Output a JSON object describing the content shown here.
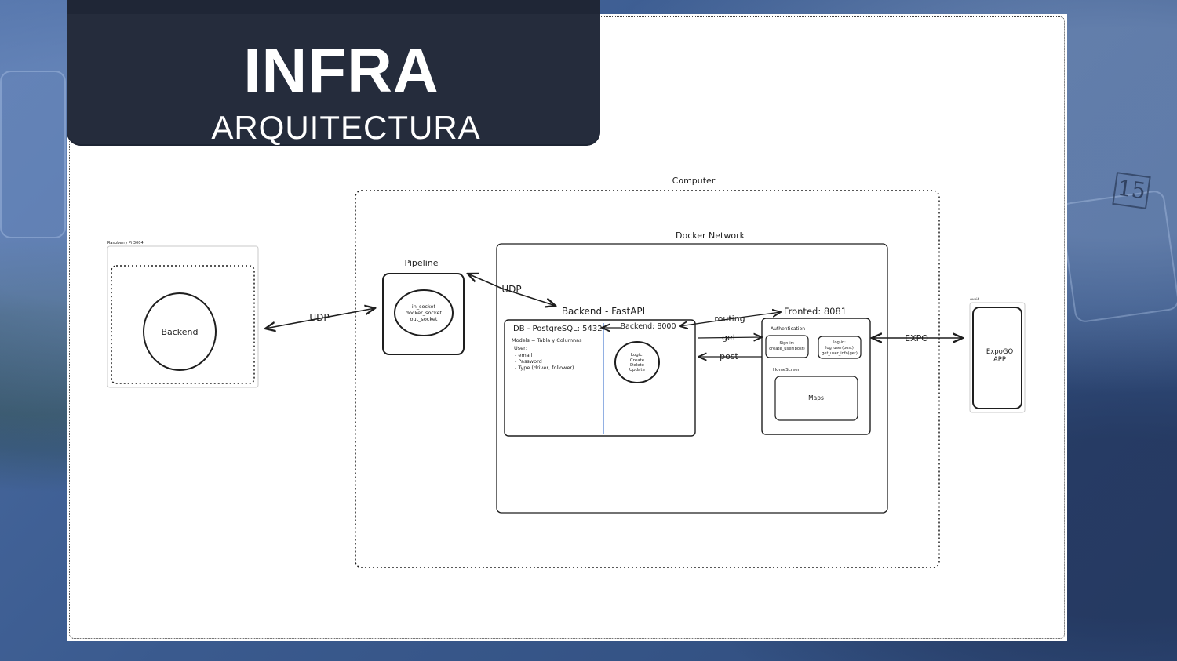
{
  "title": {
    "main": "INFRA",
    "subtitle": "ARQUITECTURA"
  },
  "colors": {
    "panel": "#252c3c",
    "background": "#3f5f91",
    "canvas": "#ffffff",
    "stroke": "#1e1e1e",
    "divider": "#4a7bd0"
  },
  "diagram": {
    "raspberry": {
      "caption": "Raspberry Pi 3004",
      "node": "Backend"
    },
    "pipeline": {
      "label": "Pipeline",
      "sockets": [
        "in_socket",
        "docker_socket",
        "out_socket"
      ]
    },
    "computer": {
      "label": "Computer"
    },
    "docker_network": {
      "label": "Docker Network"
    },
    "backend_fastapi": {
      "label": "Backend - FastAPI",
      "db": {
        "title": "DB - PostgreSQL: 5432",
        "models": "Models = Tabla y Columnas",
        "user": "User:",
        "fields": [
          "- email",
          "- Password",
          "- Type (driver, follower)"
        ]
      },
      "backend_port": "Backend: 8000",
      "logic": [
        "Logic:",
        "Create",
        "Delete",
        "Update"
      ]
    },
    "frontend": {
      "label": "Fronted: 8081",
      "authentication": "Authentication",
      "signin": [
        "Sign-in:",
        "create_user(post)"
      ],
      "login": [
        "log-in:",
        "log_user(post)",
        "get_user_info(get)"
      ],
      "homescreen": "HomeScreen",
      "maps": "Maps"
    },
    "device": {
      "caption": "Avoid",
      "app": [
        "ExpoGO",
        "APP"
      ]
    },
    "edges": {
      "udp_left": "UDP",
      "udp_right": "UDP",
      "routing": "routing",
      "get": "get",
      "post": "post",
      "expo": "EXPO"
    }
  }
}
